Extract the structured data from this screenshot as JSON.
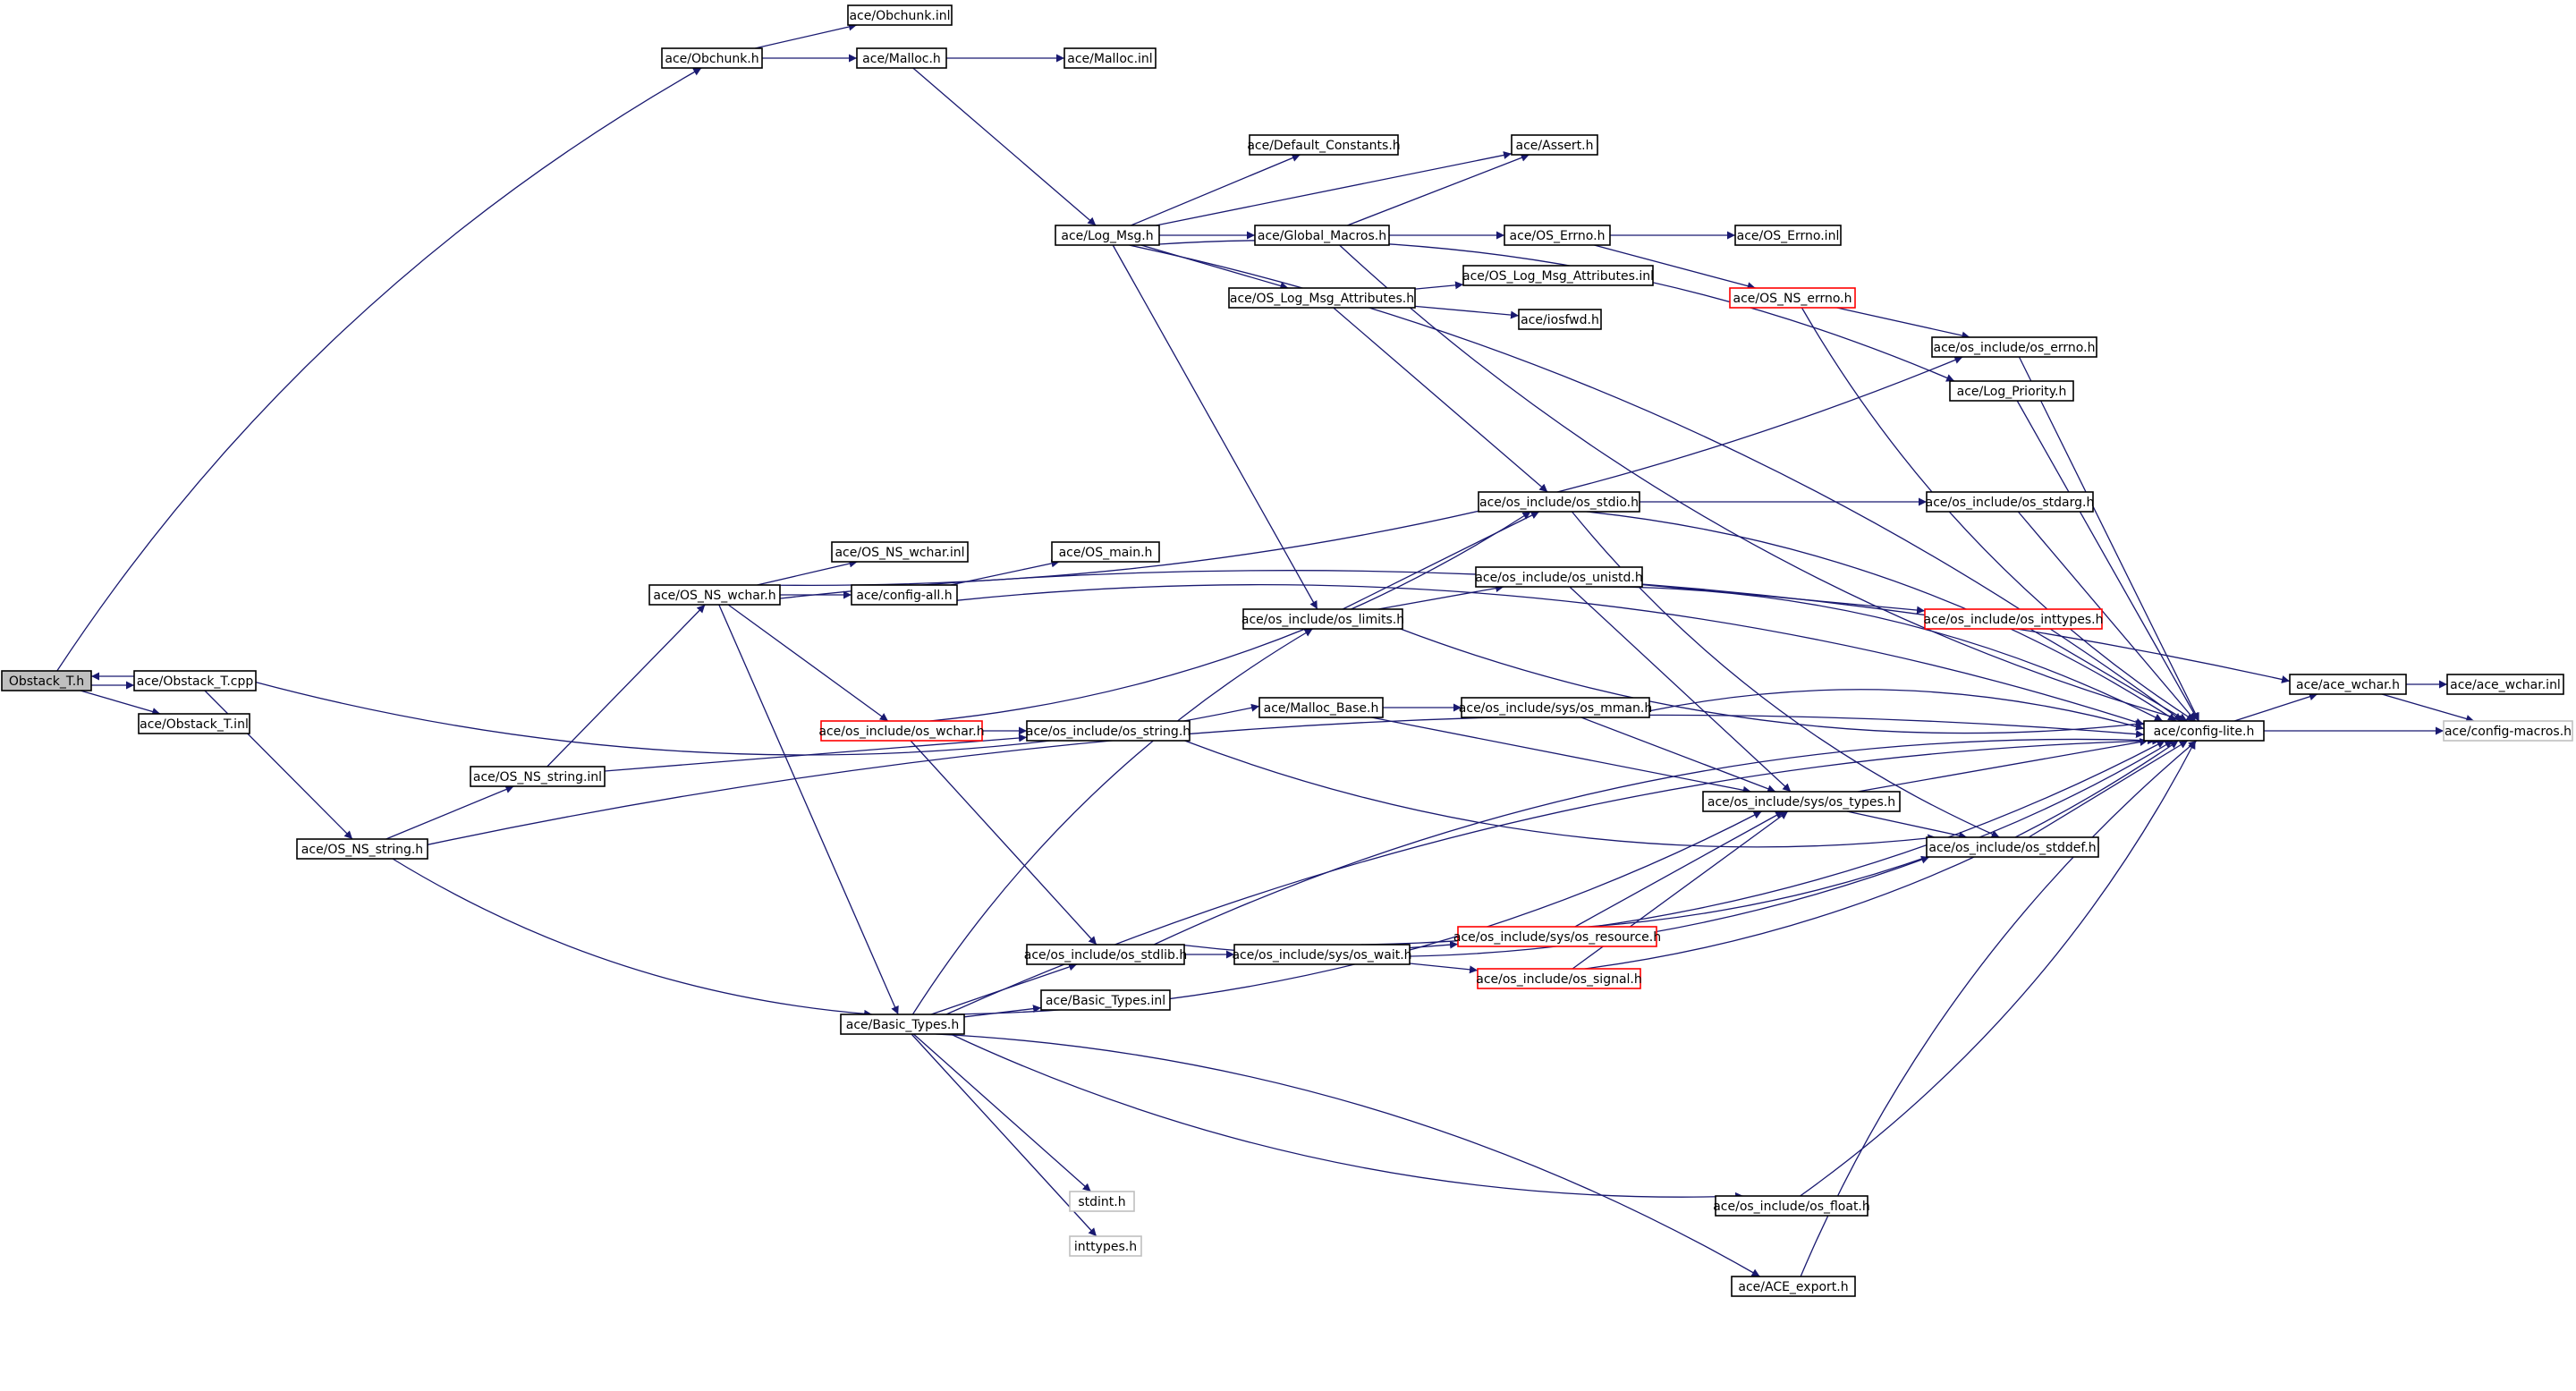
{
  "diagram": {
    "edge_color": "#191970",
    "colors": {
      "current_fill": "#bfbfbf",
      "truncated_border": "#ff0000",
      "external_border": "#bfbfbf"
    },
    "nodes": [
      {
        "id": "obstack_t_h",
        "label": "Obstack_T.h",
        "kind": "current"
      },
      {
        "id": "obstack_t_cpp",
        "label": "ace/Obstack_T.cpp",
        "kind": "normal"
      },
      {
        "id": "obstack_t_inl",
        "label": "ace/Obstack_T.inl",
        "kind": "normal"
      },
      {
        "id": "obchunk_h",
        "label": "ace/Obchunk.h",
        "kind": "normal"
      },
      {
        "id": "obchunk_inl",
        "label": "ace/Obchunk.inl",
        "kind": "normal"
      },
      {
        "id": "malloc_h",
        "label": "ace/Malloc.h",
        "kind": "normal"
      },
      {
        "id": "malloc_inl",
        "label": "ace/Malloc.inl",
        "kind": "normal"
      },
      {
        "id": "default_constants",
        "label": "ace/Default_Constants.h",
        "kind": "normal"
      },
      {
        "id": "assert_h",
        "label": "ace/Assert.h",
        "kind": "normal"
      },
      {
        "id": "log_msg",
        "label": "ace/Log_Msg.h",
        "kind": "normal"
      },
      {
        "id": "global_macros",
        "label": "ace/Global_Macros.h",
        "kind": "normal"
      },
      {
        "id": "os_errno_h",
        "label": "ace/OS_Errno.h",
        "kind": "normal"
      },
      {
        "id": "os_errno_inl",
        "label": "ace/OS_Errno.inl",
        "kind": "normal"
      },
      {
        "id": "os_log_msg_attr_inl",
        "label": "ace/OS_Log_Msg_Attributes.inl",
        "kind": "normal"
      },
      {
        "id": "os_log_msg_attr_h",
        "label": "ace/OS_Log_Msg_Attributes.h",
        "kind": "normal"
      },
      {
        "id": "os_ns_errno",
        "label": "ace/OS_NS_errno.h",
        "kind": "truncated"
      },
      {
        "id": "iosfwd",
        "label": "ace/iosfwd.h",
        "kind": "normal"
      },
      {
        "id": "os_include_errno",
        "label": "ace/os_include/os_errno.h",
        "kind": "normal"
      },
      {
        "id": "log_priority",
        "label": "ace/Log_Priority.h",
        "kind": "normal"
      },
      {
        "id": "os_stdio",
        "label": "ace/os_include/os_stdio.h",
        "kind": "normal"
      },
      {
        "id": "os_stdarg",
        "label": "ace/os_include/os_stdarg.h",
        "kind": "normal"
      },
      {
        "id": "os_ns_wchar_inl",
        "label": "ace/OS_NS_wchar.inl",
        "kind": "normal"
      },
      {
        "id": "os_main",
        "label": "ace/OS_main.h",
        "kind": "normal"
      },
      {
        "id": "os_ns_wchar_h",
        "label": "ace/OS_NS_wchar.h",
        "kind": "normal"
      },
      {
        "id": "config_all",
        "label": "ace/config-all.h",
        "kind": "normal"
      },
      {
        "id": "os_unistd",
        "label": "ace/os_include/os_unistd.h",
        "kind": "normal"
      },
      {
        "id": "os_limits",
        "label": "ace/os_include/os_limits.h",
        "kind": "normal"
      },
      {
        "id": "os_inttypes",
        "label": "ace/os_include/os_inttypes.h",
        "kind": "truncated"
      },
      {
        "id": "ace_wchar_h",
        "label": "ace/ace_wchar.h",
        "kind": "normal"
      },
      {
        "id": "ace_wchar_inl",
        "label": "ace/ace_wchar.inl",
        "kind": "normal"
      },
      {
        "id": "malloc_base",
        "label": "ace/Malloc_Base.h",
        "kind": "normal"
      },
      {
        "id": "os_mman",
        "label": "ace/os_include/sys/os_mman.h",
        "kind": "normal"
      },
      {
        "id": "config_lite",
        "label": "ace/config-lite.h",
        "kind": "normal"
      },
      {
        "id": "config_macros",
        "label": "ace/config-macros.h",
        "kind": "external"
      },
      {
        "id": "os_include_wchar",
        "label": "ace/os_include/os_wchar.h",
        "kind": "truncated"
      },
      {
        "id": "os_string",
        "label": "ace/os_include/os_string.h",
        "kind": "normal"
      },
      {
        "id": "os_ns_string_inl",
        "label": "ace/OS_NS_string.inl",
        "kind": "normal"
      },
      {
        "id": "os_types",
        "label": "ace/os_include/sys/os_types.h",
        "kind": "normal"
      },
      {
        "id": "os_ns_string_h",
        "label": "ace/OS_NS_string.h",
        "kind": "normal"
      },
      {
        "id": "os_stddef",
        "label": "ace/os_include/os_stddef.h",
        "kind": "normal"
      },
      {
        "id": "os_resource",
        "label": "ace/os_include/sys/os_resource.h",
        "kind": "truncated"
      },
      {
        "id": "os_stdlib",
        "label": "ace/os_include/os_stdlib.h",
        "kind": "normal"
      },
      {
        "id": "os_wait",
        "label": "ace/os_include/sys/os_wait.h",
        "kind": "normal"
      },
      {
        "id": "os_signal",
        "label": "ace/os_include/os_signal.h",
        "kind": "truncated"
      },
      {
        "id": "basic_types_inl",
        "label": "ace/Basic_Types.inl",
        "kind": "normal"
      },
      {
        "id": "basic_types_h",
        "label": "ace/Basic_Types.h",
        "kind": "normal"
      },
      {
        "id": "stdint",
        "label": "stdint.h",
        "kind": "external"
      },
      {
        "id": "os_float",
        "label": "ace/os_include/os_float.h",
        "kind": "normal"
      },
      {
        "id": "inttypes",
        "label": "inttypes.h",
        "kind": "external"
      },
      {
        "id": "ace_export",
        "label": "ace/ACE_export.h",
        "kind": "normal"
      }
    ],
    "edges": [
      {
        "from": "obstack_t_h",
        "to": "obchunk_h"
      },
      {
        "from": "obstack_t_h",
        "to": "obstack_t_cpp"
      },
      {
        "from": "obstack_t_h",
        "to": "obstack_t_inl"
      },
      {
        "from": "obstack_t_cpp",
        "to": "obstack_t_h"
      },
      {
        "from": "obstack_t_cpp",
        "to": "os_ns_string_h"
      },
      {
        "from": "obstack_t_cpp",
        "to": "malloc_base"
      },
      {
        "from": "obchunk_h",
        "to": "obchunk_inl"
      },
      {
        "from": "obchunk_h",
        "to": "malloc_h"
      },
      {
        "from": "malloc_h",
        "to": "malloc_inl"
      },
      {
        "from": "malloc_h",
        "to": "log_msg"
      },
      {
        "from": "log_msg",
        "to": "default_constants"
      },
      {
        "from": "log_msg",
        "to": "assert_h"
      },
      {
        "from": "log_msg",
        "to": "global_macros"
      },
      {
        "from": "log_msg",
        "to": "os_log_msg_attr_h"
      },
      {
        "from": "log_msg",
        "to": "log_priority"
      },
      {
        "from": "log_msg",
        "to": "os_limits"
      },
      {
        "from": "log_msg",
        "to": "config_lite"
      },
      {
        "from": "global_macros",
        "to": "assert_h"
      },
      {
        "from": "global_macros",
        "to": "os_errno_h"
      },
      {
        "from": "global_macros",
        "to": "config_lite"
      },
      {
        "from": "os_errno_h",
        "to": "os_errno_inl"
      },
      {
        "from": "os_errno_h",
        "to": "os_ns_errno"
      },
      {
        "from": "os_ns_errno",
        "to": "os_include_errno"
      },
      {
        "from": "os_ns_errno",
        "to": "config_lite"
      },
      {
        "from": "os_log_msg_attr_h",
        "to": "os_log_msg_attr_inl"
      },
      {
        "from": "os_log_msg_attr_h",
        "to": "iosfwd"
      },
      {
        "from": "os_log_msg_attr_h",
        "to": "os_stdio"
      },
      {
        "from": "os_include_errno",
        "to": "config_lite"
      },
      {
        "from": "log_priority",
        "to": "config_lite"
      },
      {
        "from": "os_stdio",
        "to": "os_stdarg"
      },
      {
        "from": "os_stdio",
        "to": "config_lite"
      },
      {
        "from": "os_stdio",
        "to": "os_stddef"
      },
      {
        "from": "os_stdarg",
        "to": "config_lite"
      },
      {
        "from": "config_all",
        "to": "os_main"
      },
      {
        "from": "config_all",
        "to": "config_lite"
      },
      {
        "from": "os_ns_wchar_h",
        "to": "os_ns_wchar_inl"
      },
      {
        "from": "os_ns_wchar_h",
        "to": "config_all"
      },
      {
        "from": "os_ns_wchar_h",
        "to": "os_include_wchar"
      },
      {
        "from": "os_ns_wchar_h",
        "to": "basic_types_h"
      },
      {
        "from": "os_ns_wchar_h",
        "to": "os_include_errno"
      },
      {
        "from": "os_ns_wchar_h",
        "to": "ace_wchar_h"
      },
      {
        "from": "os_limits",
        "to": "os_unistd"
      },
      {
        "from": "os_limits",
        "to": "os_stdio"
      },
      {
        "from": "os_limits",
        "to": "config_lite"
      },
      {
        "from": "os_unistd",
        "to": "os_inttypes"
      },
      {
        "from": "os_unistd",
        "to": "os_types"
      },
      {
        "from": "os_unistd",
        "to": "config_lite"
      },
      {
        "from": "os_inttypes",
        "to": "config_lite"
      },
      {
        "from": "config_lite",
        "to": "ace_wchar_h"
      },
      {
        "from": "config_lite",
        "to": "config_macros"
      },
      {
        "from": "ace_wchar_h",
        "to": "ace_wchar_inl"
      },
      {
        "from": "ace_wchar_h",
        "to": "config_macros"
      },
      {
        "from": "malloc_base",
        "to": "os_mman"
      },
      {
        "from": "malloc_base",
        "to": "os_types"
      },
      {
        "from": "os_mman",
        "to": "config_lite"
      },
      {
        "from": "os_mman",
        "to": "os_types"
      },
      {
        "from": "os_include_wchar",
        "to": "os_string"
      },
      {
        "from": "os_include_wchar",
        "to": "os_stdio"
      },
      {
        "from": "os_include_wchar",
        "to": "os_stdlib"
      },
      {
        "from": "os_string",
        "to": "os_stddef"
      },
      {
        "from": "os_ns_string_inl",
        "to": "os_ns_wchar_h"
      },
      {
        "from": "os_ns_string_inl",
        "to": "os_string"
      },
      {
        "from": "os_ns_string_h",
        "to": "os_ns_string_inl"
      },
      {
        "from": "os_ns_string_h",
        "to": "basic_types_h"
      },
      {
        "from": "os_ns_string_h",
        "to": "config_lite"
      },
      {
        "from": "os_types",
        "to": "config_lite"
      },
      {
        "from": "os_types",
        "to": "os_stddef"
      },
      {
        "from": "os_stddef",
        "to": "config_lite"
      },
      {
        "from": "os_stdlib",
        "to": "os_wait"
      },
      {
        "from": "os_stdlib",
        "to": "os_stddef"
      },
      {
        "from": "os_stdlib",
        "to": "config_lite"
      },
      {
        "from": "os_wait",
        "to": "os_resource"
      },
      {
        "from": "os_wait",
        "to": "os_signal"
      },
      {
        "from": "os_wait",
        "to": "config_lite"
      },
      {
        "from": "os_resource",
        "to": "os_types"
      },
      {
        "from": "os_resource",
        "to": "config_lite"
      },
      {
        "from": "os_signal",
        "to": "os_types"
      },
      {
        "from": "os_signal",
        "to": "config_lite"
      },
      {
        "from": "basic_types_h",
        "to": "os_limits"
      },
      {
        "from": "basic_types_h",
        "to": "os_types"
      },
      {
        "from": "basic_types_h",
        "to": "os_stdlib"
      },
      {
        "from": "basic_types_h",
        "to": "basic_types_inl"
      },
      {
        "from": "basic_types_h",
        "to": "config_lite"
      },
      {
        "from": "basic_types_h",
        "to": "stdint"
      },
      {
        "from": "basic_types_h",
        "to": "inttypes"
      },
      {
        "from": "basic_types_h",
        "to": "os_float"
      },
      {
        "from": "basic_types_h",
        "to": "ace_export"
      },
      {
        "from": "os_float",
        "to": "config_lite"
      },
      {
        "from": "ace_export",
        "to": "config_lite"
      }
    ]
  }
}
